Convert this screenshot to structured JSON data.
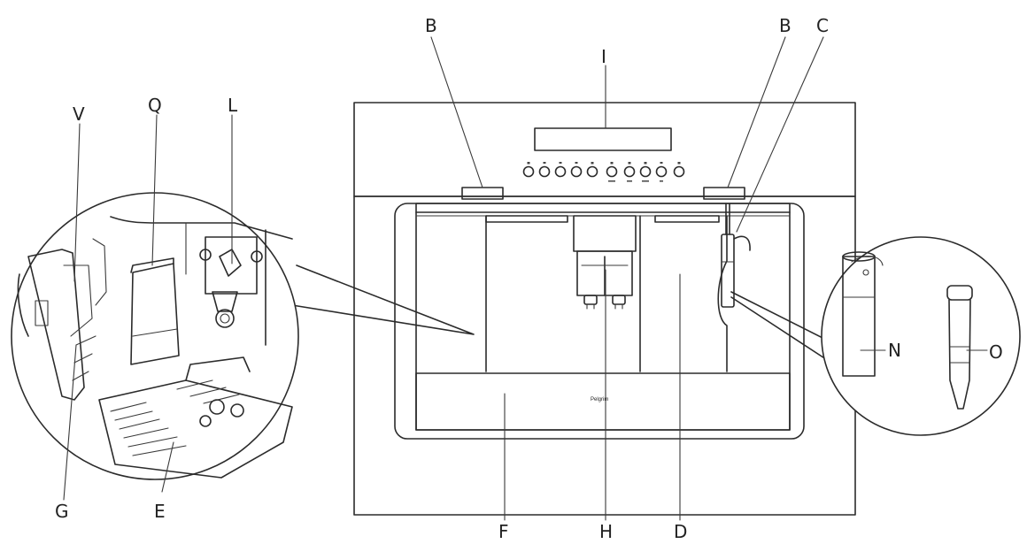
{
  "brand_text": "Pelgrim",
  "labels": {
    "B_left": "B",
    "B_right": "B",
    "C": "C",
    "I": "I",
    "Q": "Q",
    "L": "L",
    "V": "V",
    "G": "G",
    "E": "E",
    "F": "F",
    "H": "H",
    "D": "D",
    "N": "N",
    "O": "O"
  },
  "colors": {
    "line": "#2b2b2b",
    "background": "#ffffff"
  }
}
